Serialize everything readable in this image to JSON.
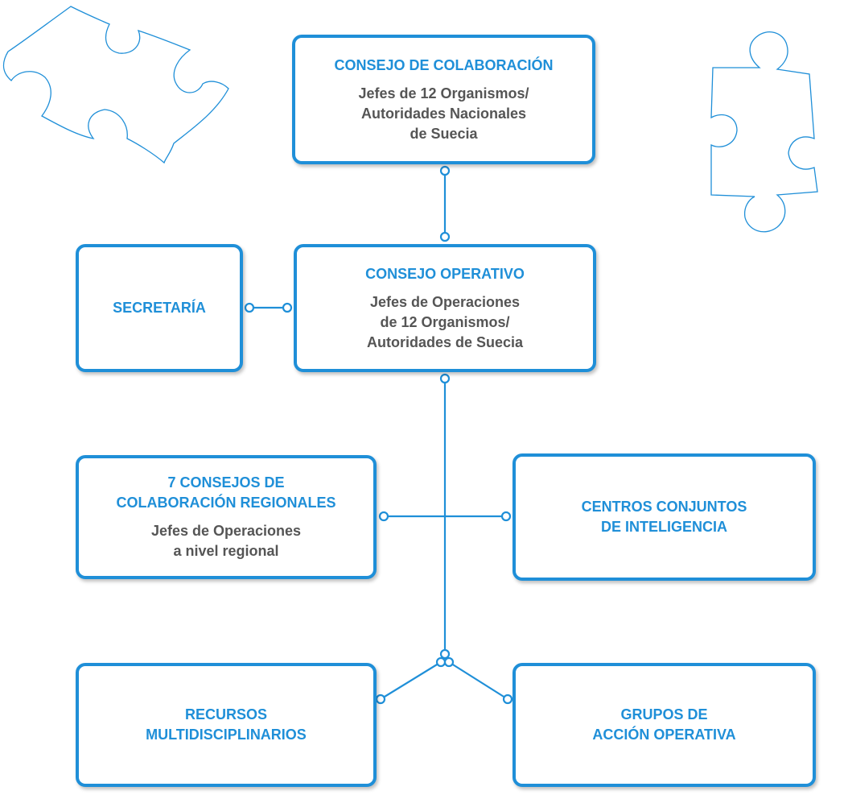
{
  "colors": {
    "accent": "#1f8fd8",
    "text_gray": "#555555"
  },
  "boxes": {
    "collaboration_council": {
      "title": "CONSEJO DE COLABORACIÓN",
      "desc": "Jefes de 12 Organismos/\nAutoridades Nacionales\nde Suecia"
    },
    "operational_council": {
      "title": "CONSEJO OPERATIVO",
      "desc": "Jefes de Operaciones\nde 12 Organismos/\nAutoridades de Suecia"
    },
    "secretariat": {
      "title": "SECRETARÍA"
    },
    "regional_councils": {
      "title": "7 CONSEJOS DE\nCOLABORACIÓN REGIONALES",
      "desc": "Jefes de Operaciones\na nivel regional"
    },
    "intelligence_centers": {
      "title": "CENTROS CONJUNTOS\nDE INTELIGENCIA"
    },
    "multidisciplinary_resources": {
      "title": "RECURSOS\nMULTIDISCIPLINARIOS"
    },
    "operational_action_groups": {
      "title": "GRUPOS DE\nACCIÓN OPERATIVA"
    }
  },
  "decorations": [
    "puzzle-piece-icon",
    "puzzle-piece-icon"
  ]
}
